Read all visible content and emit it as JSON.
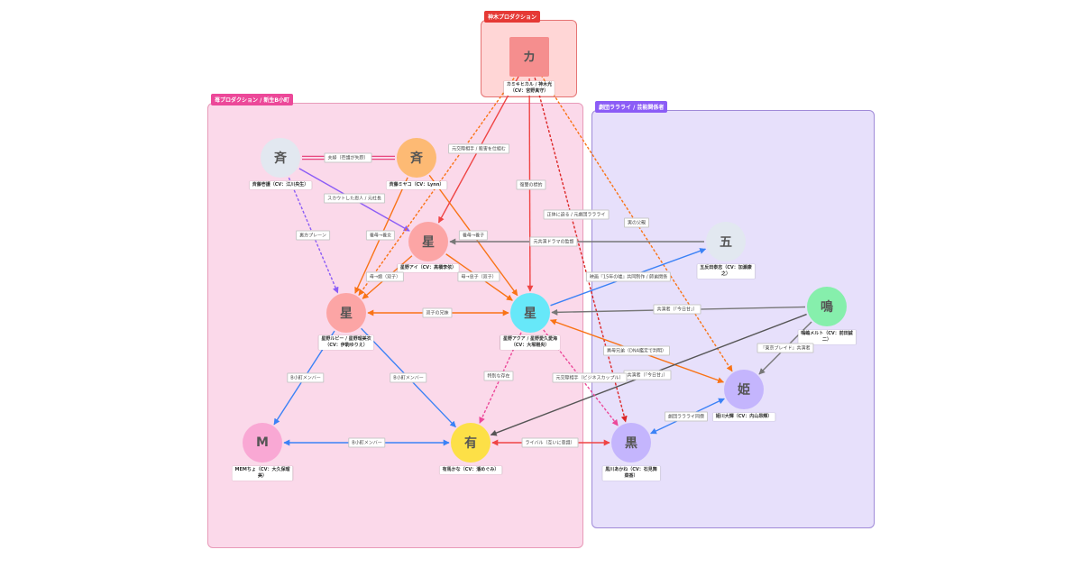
{
  "groups": {
    "kamiki": {
      "title": "神木プロダクション",
      "bg": "#ffd6d6",
      "border": "#e57373",
      "tag": "#e53935"
    },
    "ichigo": {
      "title": "苺プロダクション / 新生B小町",
      "bg": "#fbd9ea",
      "border": "#e89ab8",
      "tag": "#ec4899"
    },
    "lalalai": {
      "title": "劇団ララライ / 芸能関係者",
      "bg": "#e7e0fb",
      "border": "#a08ad8",
      "tag": "#8b5cf6"
    }
  },
  "nodes": {
    "hikaru": {
      "glyph": "カ",
      "label": "カミキヒカル / 神木光\n（CV：宮野真守）",
      "color": "#f58e8e"
    },
    "ichigo": {
      "glyph": "斉",
      "label": "斉藤壱護（CV：江川央生）",
      "color": "#e2e8f0"
    },
    "miyako": {
      "glyph": "斉",
      "label": "斉藤ミヤコ（CV：Lynn）",
      "color": "#fdba74"
    },
    "ai": {
      "glyph": "星",
      "label": "星野アイ（CV：高橋李依）",
      "color": "#fca5a5"
    },
    "ruby": {
      "glyph": "星",
      "label": "星野ルビー / 星野瑠美衣\n（CV：伊駒ゆりえ）",
      "color": "#fca5a5"
    },
    "aqua": {
      "glyph": "星",
      "label": "星野アクア / 星野愛久愛海\n（CV：大塚剛央）",
      "color": "#67e8f9"
    },
    "gotanda": {
      "glyph": "五",
      "label": "五反田泰志（CV：加瀬康\n之）",
      "color": "#e2e8f0"
    },
    "melt": {
      "glyph": "鳴",
      "label": "鳴嶋メルト（CV：前田誠\n二）",
      "color": "#86efac"
    },
    "hime": {
      "glyph": "姫",
      "label": "姫川大輝（CV：内山昂輝）",
      "color": "#c4b5fd"
    },
    "mem": {
      "glyph": "M",
      "label": "MEMちょ（CV：大久保瑠\n美）",
      "color": "#f9a8d4"
    },
    "kana": {
      "glyph": "有",
      "label": "有馬かな（CV：潘めぐみ）",
      "color": "#fde047"
    },
    "akane": {
      "glyph": "黒",
      "label": "黒川あかね（CV：石見舞\n菜香）",
      "color": "#c4b5fd"
    }
  },
  "edges": [
    {
      "from": "ichigo",
      "to": "miyako",
      "label": "夫婦（壱護が失踪）",
      "style": "double",
      "color": "#e8477f"
    },
    {
      "from": "ichigo",
      "to": "ai",
      "label": "スカウトした恩人 / 元社長",
      "style": "solid",
      "color": "#8b5cf6"
    },
    {
      "from": "ichigo",
      "to": "ruby",
      "label": "裏方プレーン",
      "style": "dash",
      "color": "#8b5cf6"
    },
    {
      "from": "miyako",
      "to": "ruby",
      "label": "養母→養女",
      "style": "solid",
      "color": "#f97316"
    },
    {
      "from": "miyako",
      "to": "aqua",
      "label": "養母→養子",
      "style": "solid",
      "color": "#f97316"
    },
    {
      "from": "hikaru",
      "to": "ai",
      "label": "",
      "style": "solid",
      "color": "#ef4444"
    },
    {
      "from": "hikaru",
      "to": "ruby",
      "label": "元交際相手 / 殺害を仕組む",
      "style": "dash",
      "color": "#f97316"
    },
    {
      "from": "hikaru",
      "to": "aqua",
      "label": "復讐の標的",
      "style": "solid",
      "color": "#ef4444"
    },
    {
      "from": "hikaru",
      "to": "akane",
      "label": "正体に迫る / 元劇団ララライ",
      "style": "dash",
      "color": "#dc2626"
    },
    {
      "from": "hikaru",
      "to": "hime",
      "label": "実の父親",
      "style": "dash",
      "color": "#f97316"
    },
    {
      "from": "ai",
      "to": "ruby",
      "label": "母→娘（双子）",
      "style": "solid",
      "color": "#f97316"
    },
    {
      "from": "ai",
      "to": "aqua",
      "label": "母→息子（双子）",
      "style": "solid",
      "color": "#f97316"
    },
    {
      "from": "gotanda",
      "to": "ai",
      "label": "元共演ドラマの監督",
      "style": "solid",
      "color": "#777"
    },
    {
      "from": "aqua",
      "to": "gotanda",
      "label": "映画『15年の嘘』共同制作 / 師弟関係",
      "style": "solid",
      "color": "#3b82f6"
    },
    {
      "from": "ruby",
      "to": "aqua",
      "label": "双子の兄妹",
      "style": "solid-both",
      "color": "#f97316"
    },
    {
      "from": "melt",
      "to": "aqua",
      "label": "共演者（『今日甘』）",
      "style": "solid",
      "color": "#777"
    },
    {
      "from": "melt",
      "to": "hime",
      "label": "『東京ブレイド』共演者",
      "style": "solid",
      "color": "#777"
    },
    {
      "from": "aqua",
      "to": "hime",
      "label": "異母兄弟（DNA鑑定で判明）",
      "style": "solid-both",
      "color": "#f97316"
    },
    {
      "from": "melt",
      "to": "kana",
      "label": "共演者（『今日甘』）",
      "style": "solid",
      "color": "#555"
    },
    {
      "from": "hime",
      "to": "akane",
      "label": "劇団ララライ同僚",
      "style": "solid-both",
      "color": "#3b82f6"
    },
    {
      "from": "ruby",
      "to": "mem",
      "label": "B小町メンバー",
      "style": "solid",
      "color": "#3b82f6"
    },
    {
      "from": "ruby",
      "to": "kana",
      "label": "B小町メンバー",
      "style": "solid",
      "color": "#3b82f6"
    },
    {
      "from": "mem",
      "to": "kana",
      "label": "B小町メンバー",
      "style": "solid-both",
      "color": "#3b82f6"
    },
    {
      "from": "aqua",
      "to": "kana",
      "label": "特別な存在",
      "style": "dash",
      "color": "#ec4899"
    },
    {
      "from": "aqua",
      "to": "akane",
      "label": "元交際相手（ビジネスカップル）",
      "style": "dash",
      "color": "#ec4899"
    },
    {
      "from": "kana",
      "to": "akane",
      "label": "ライバル（互いに意識）",
      "style": "solid-both",
      "color": "#ef4444"
    }
  ]
}
